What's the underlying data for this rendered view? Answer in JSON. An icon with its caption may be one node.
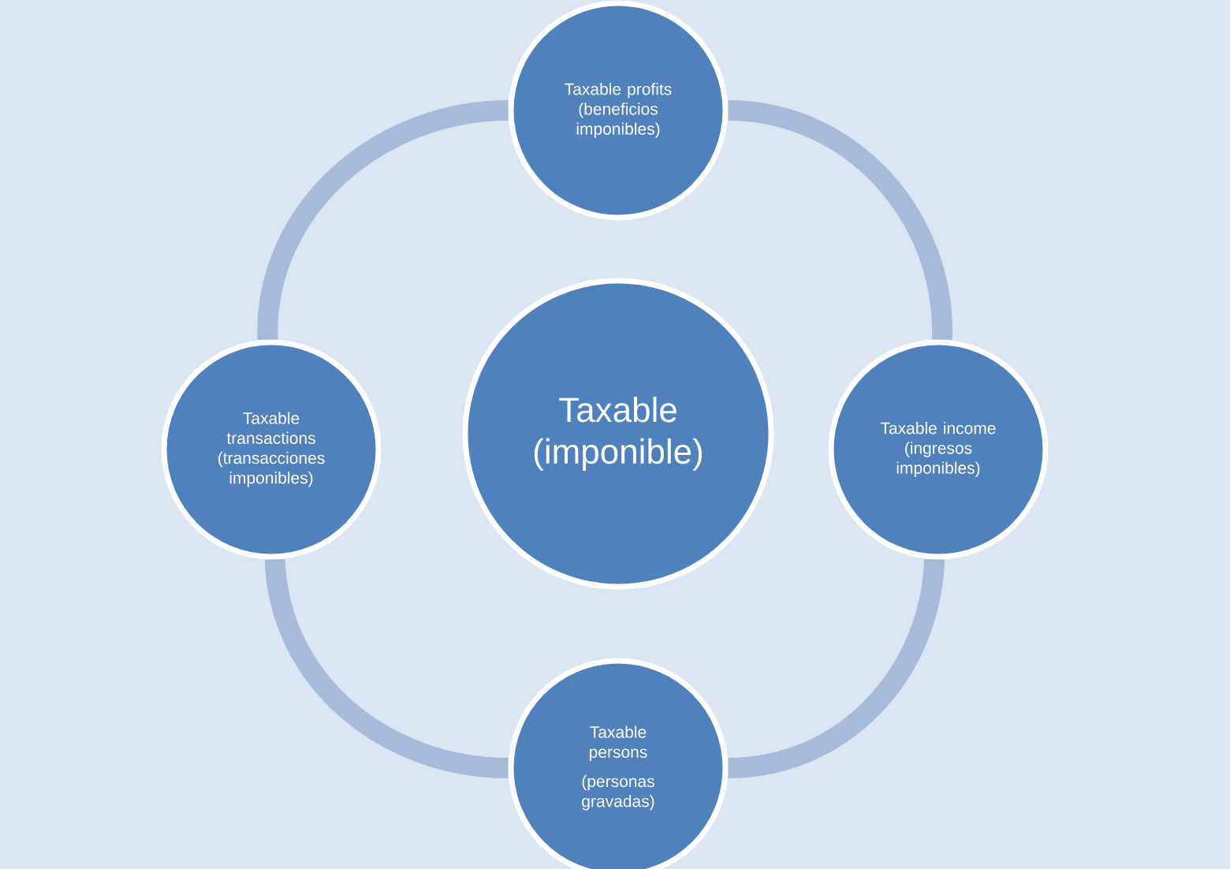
{
  "diagram": {
    "nodes": [
      {
        "text": [
          "Taxable profits (beneficios imponibles)"
        ]
      },
      {
        "text": [
          "Taxable transactions (transacciones imponibles)"
        ]
      },
      {
        "text": [
          "Taxable (imponible)"
        ]
      },
      {
        "text": [
          "Taxable income (ingresos imponibles)"
        ]
      },
      {
        "text": [
          "Taxable persons",
          "(personas gravadas)"
        ]
      }
    ],
    "edges": [
      {
        "from": 0,
        "to": 3,
        "arrow": "none"
      },
      {
        "from": 3,
        "to": 4,
        "arrow": "none"
      },
      {
        "from": 4,
        "to": 1,
        "arrow": "none"
      },
      {
        "from": 1,
        "to": 0,
        "arrow": "none"
      }
    ]
  }
}
